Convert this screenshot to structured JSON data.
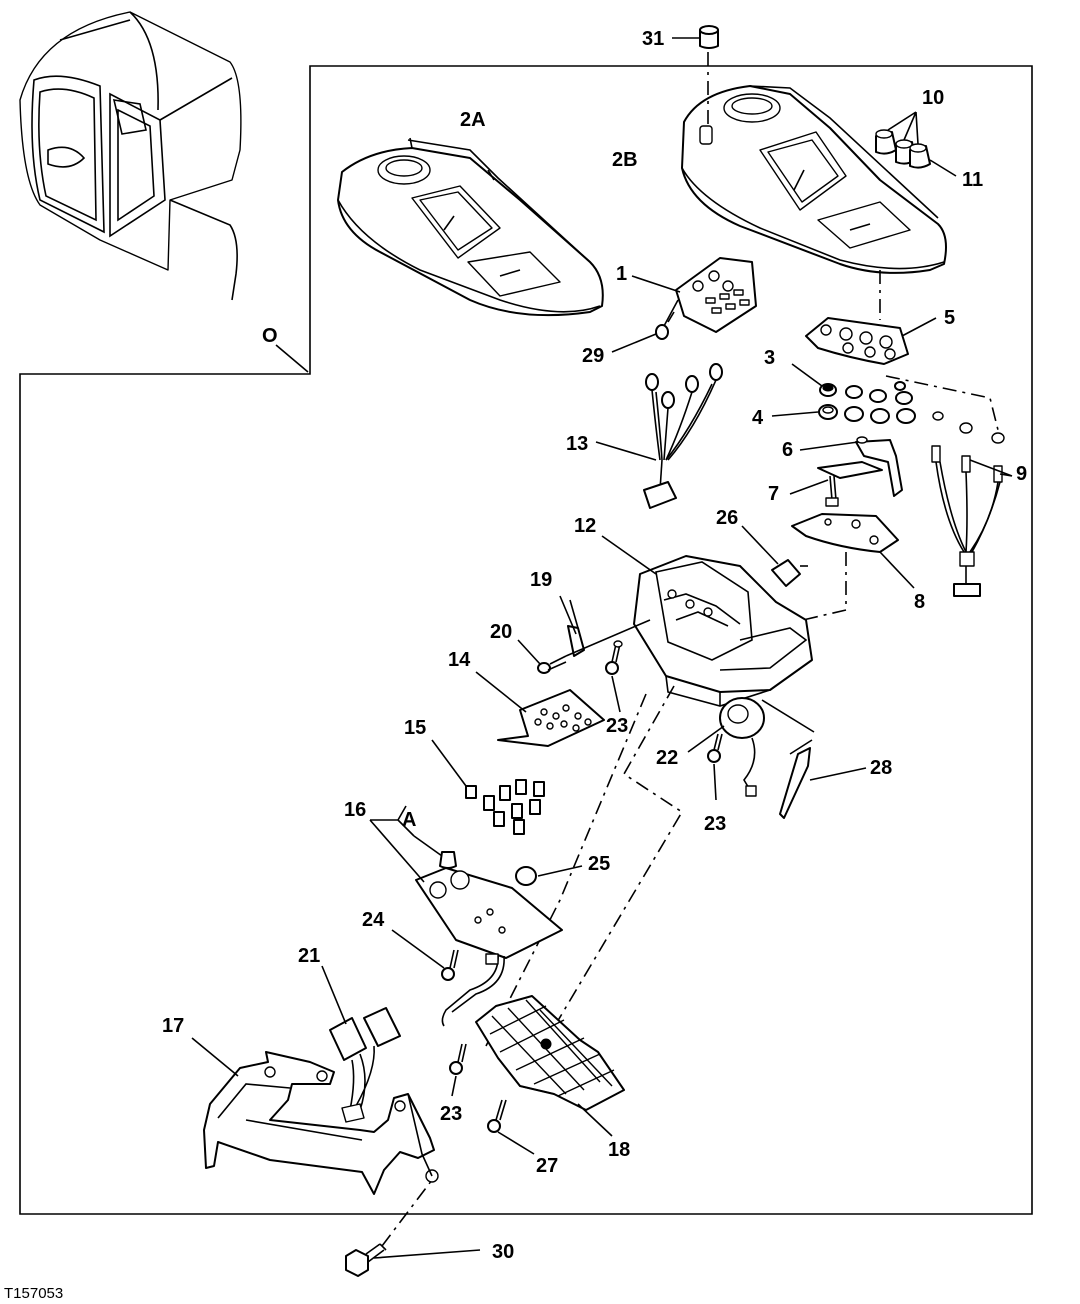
{
  "figure_id": "T157053",
  "callouts": {
    "c0": "O",
    "c1": "1",
    "c2a": "2A",
    "c2b": "2B",
    "c3": "3",
    "c4": "4",
    "c5": "5",
    "c6": "6",
    "c7": "7",
    "c8": "8",
    "c9": "9",
    "c10": "10",
    "c11": "11",
    "c12": "12",
    "c13": "13",
    "c14": "14",
    "c15": "15",
    "c16": "16",
    "cA": "A",
    "c17": "17",
    "c18": "18",
    "c19": "19",
    "c20": "20",
    "c21": "21",
    "c22": "22",
    "c23a": "23",
    "c23b": "23",
    "c23c": "23",
    "c24": "24",
    "c25": "25",
    "c26": "26",
    "c27": "27",
    "c28": "28",
    "c29": "29",
    "c30": "30",
    "c31": "31"
  }
}
